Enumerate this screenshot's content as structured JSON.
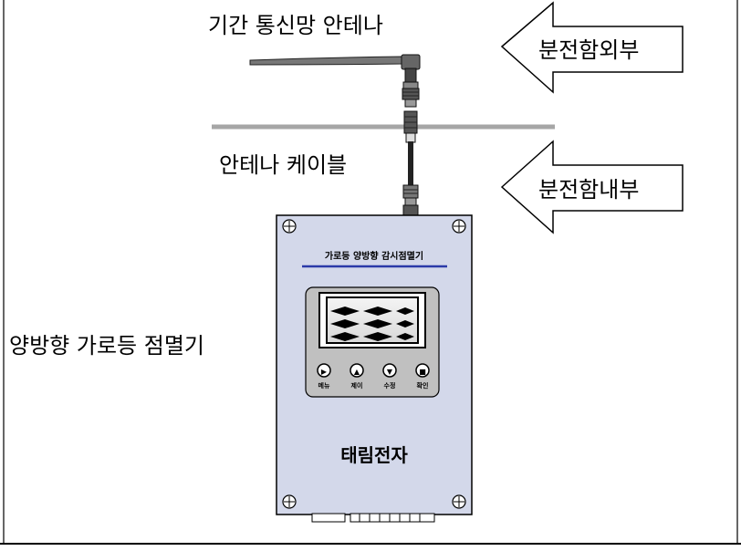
{
  "labels": {
    "antenna_title": "기간 통신망 안테나",
    "outside_arrow": "분전함외부",
    "cable": "안테나 케이블",
    "inside_arrow": "분전함내부",
    "device": "양방향 가로등 점멸기"
  },
  "device_panel": {
    "title": "가로등 양방향 감시점멸기",
    "maker": "태림전자",
    "buttons": [
      {
        "label": "메뉴",
        "symbol": "▶"
      },
      {
        "label": "제이",
        "symbol": "▲"
      },
      {
        "label": "수정",
        "symbol": "▼"
      },
      {
        "label": "확인",
        "symbol": "■"
      }
    ]
  },
  "colors": {
    "panel_fill": "#d3d8ea",
    "title_underline": "#2b3aa8",
    "divider": "#a6a6a6",
    "arrow_fill": "#ffffff",
    "line": "#000000"
  }
}
